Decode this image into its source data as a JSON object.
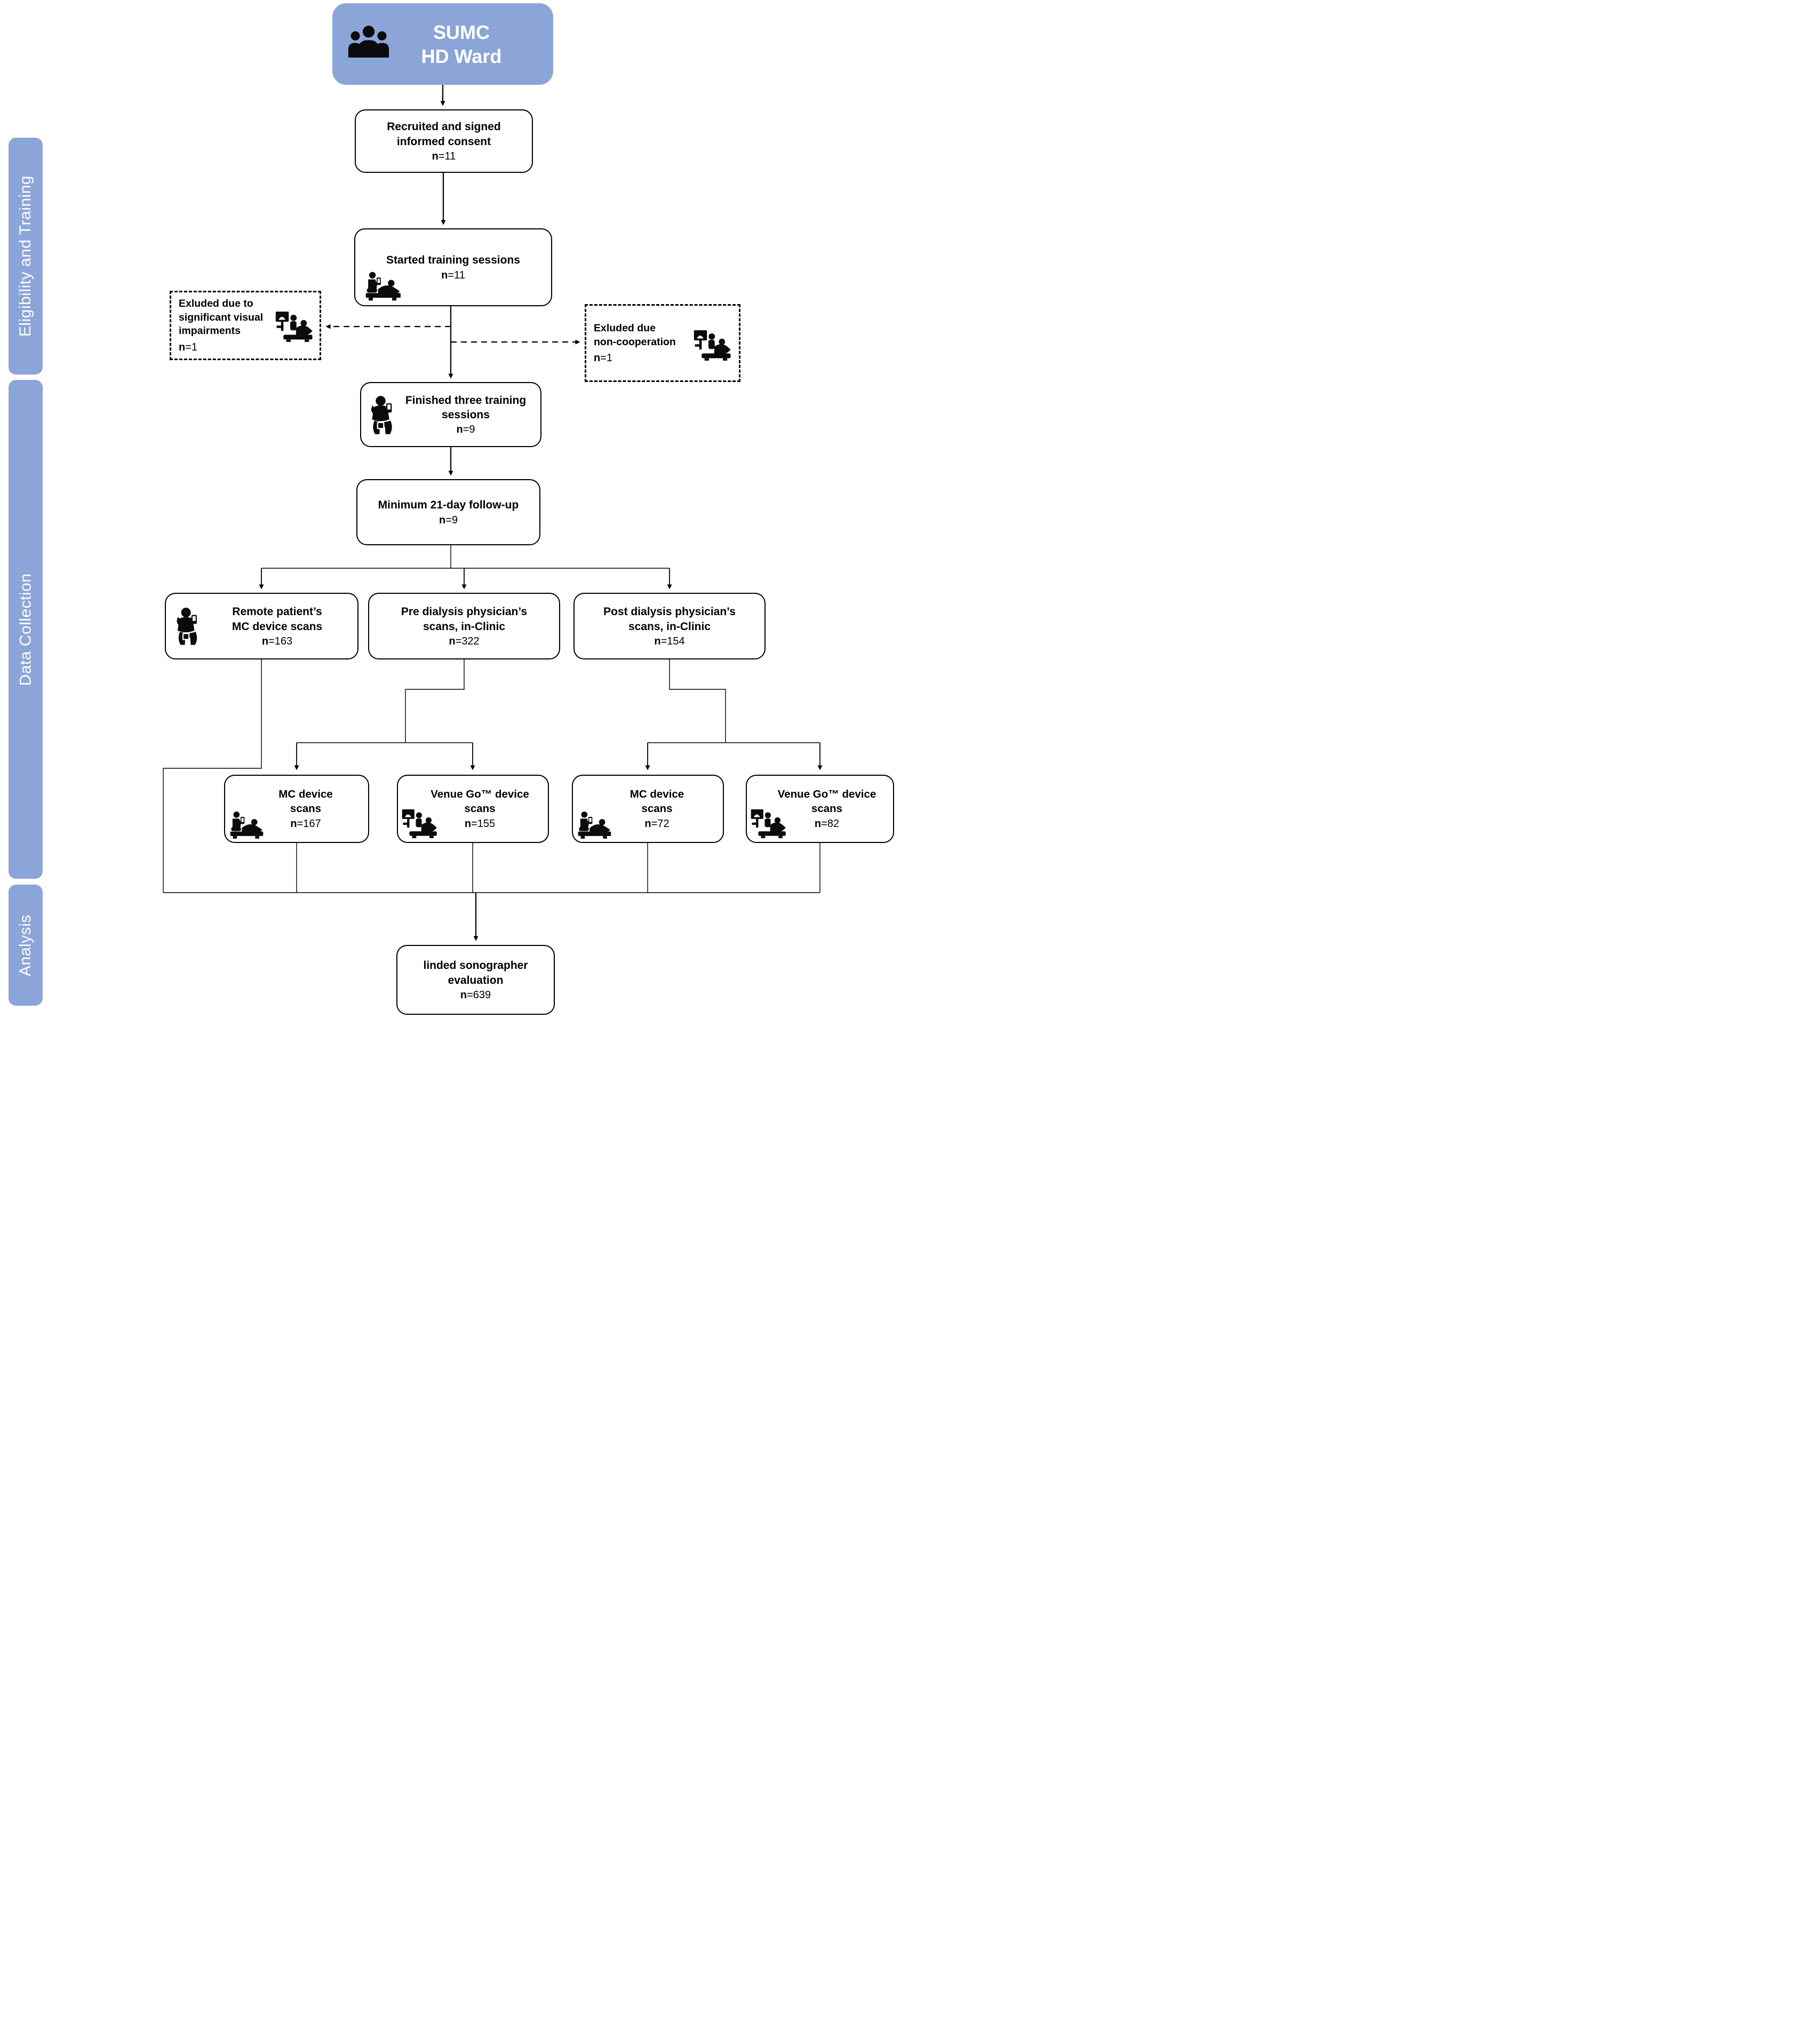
{
  "colors": {
    "band_blue": "#8CA5D8",
    "band_text": "#FFFFFF",
    "box_border": "#000000",
    "box_fill": "#FFFFFF",
    "line_color": "#000000"
  },
  "sidebar": {
    "sections": [
      {
        "label": "Eligibility and Training"
      },
      {
        "label": "Data Collection"
      },
      {
        "label": "Analysis"
      }
    ]
  },
  "boxes": {
    "sumc": {
      "lines": [
        "SUMC",
        "HD Ward"
      ],
      "icon": "people-group-icon"
    },
    "recruited": {
      "lines": [
        "Recruited and signed",
        "informed consent"
      ],
      "n": {
        "bold": "n",
        "rest": "=11"
      }
    },
    "started": {
      "lines": [
        "Started training sessions"
      ],
      "n": {
        "bold": "n",
        "rest": "=11"
      },
      "icon": "bedside-scan-icon"
    },
    "excluded_visual": {
      "lines": [
        "Exluded due to",
        "significant visual",
        "impairments"
      ],
      "n": {
        "bold": "n",
        "rest": "=1"
      },
      "icon": "ultrasound-cart-icon"
    },
    "excluded_noncoop": {
      "lines": [
        "Exluded due",
        "non-cooperation"
      ],
      "n": {
        "bold": "n",
        "rest": "=1"
      },
      "icon": "ultrasound-cart-icon"
    },
    "finished": {
      "lines": [
        "Finished three training",
        "sessions"
      ],
      "n": {
        "bold": "n",
        "rest": "=9"
      },
      "icon": "self-scan-icon"
    },
    "followup": {
      "lines": [
        "Minimum 21-day follow-up"
      ],
      "n": {
        "bold": "n",
        "rest": "=9"
      }
    },
    "remote": {
      "lines": [
        "Remote patient’s",
        "MC device scans"
      ],
      "n": {
        "bold": "n",
        "rest": "=163"
      },
      "icon": "self-scan-icon"
    },
    "pre_dialysis": {
      "lines": [
        "Pre dialysis physician’s",
        "scans, in-Clinic"
      ],
      "n": {
        "bold": "n",
        "rest": "=322"
      }
    },
    "post_dialysis": {
      "lines": [
        "Post dialysis physician’s",
        "scans, in-Clinic"
      ],
      "n": {
        "bold": "n",
        "rest": "=154"
      }
    },
    "mc_pre": {
      "lines": [
        "MC device",
        "scans"
      ],
      "n": {
        "bold": "n",
        "rest": "=167"
      },
      "icon": "bedside-scan-icon"
    },
    "venue_pre": {
      "lines": [
        "Venue Go™ device",
        "scans"
      ],
      "n": {
        "bold": "n",
        "rest": "=155"
      },
      "icon": "ultrasound-cart-icon"
    },
    "mc_post": {
      "lines": [
        "MC device",
        "scans"
      ],
      "n": {
        "bold": "n",
        "rest": "=72"
      },
      "icon": "bedside-scan-icon"
    },
    "venue_post": {
      "lines": [
        "Venue Go™ device",
        "scans"
      ],
      "n": {
        "bold": "n",
        "rest": "=82"
      },
      "icon": "ultrasound-cart-icon"
    },
    "evaluation": {
      "lines": [
        "linded sonographer",
        "evaluation"
      ],
      "n": {
        "bold": "n",
        "rest": "=639"
      }
    }
  }
}
